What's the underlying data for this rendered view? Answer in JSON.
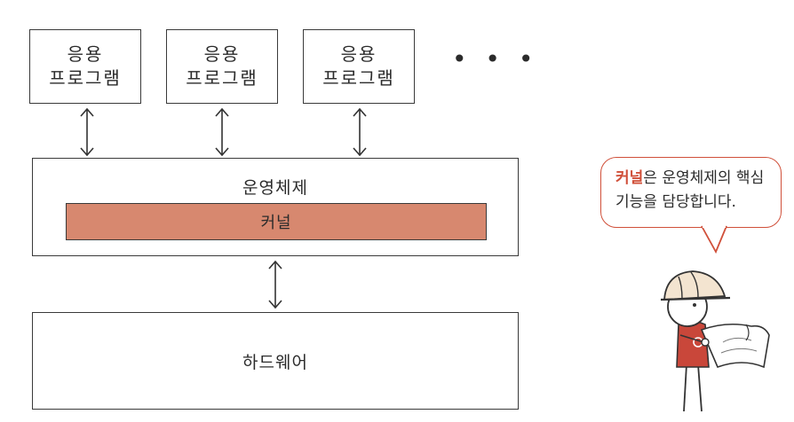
{
  "apps": [
    {
      "line1": "응용",
      "line2": "프로그램"
    },
    {
      "line1": "응용",
      "line2": "프로그램"
    },
    {
      "line1": "응용",
      "line2": "프로그램"
    }
  ],
  "ellipsis": "• • •",
  "os_label": "운영체제",
  "kernel_label": "커널",
  "hardware_label": "하드웨어",
  "bubble": {
    "accent": "커널",
    "line1_rest": "은 운영체제의 핵심",
    "line2": "기능을 담당합니다.",
    "border_color": "#d0503a"
  },
  "colors": {
    "kernel_fill": "#d7886f",
    "accent": "#d0503a"
  }
}
